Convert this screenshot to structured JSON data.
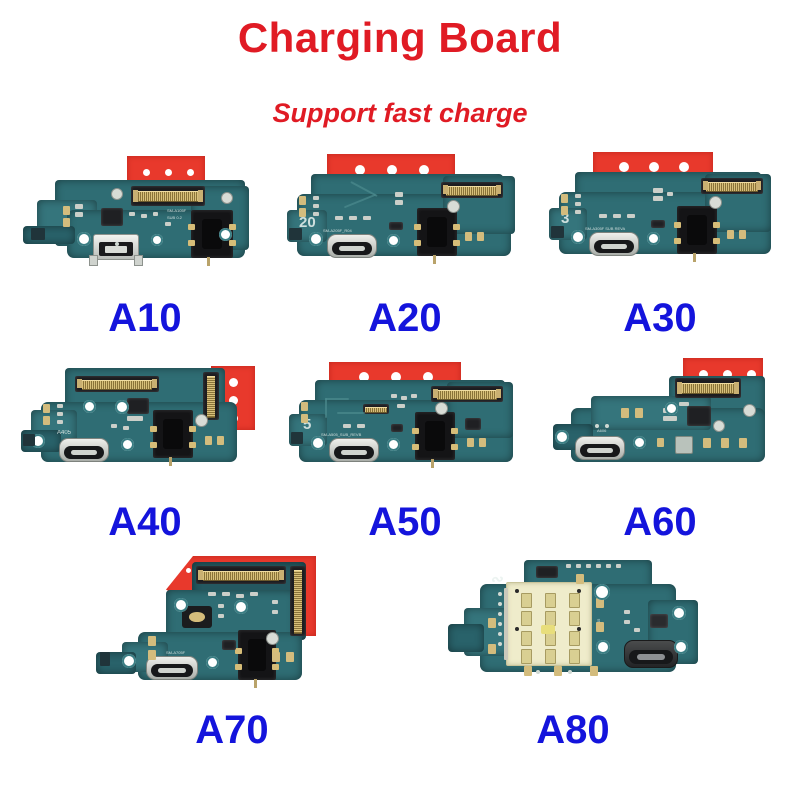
{
  "header": {
    "title": "Charging Board",
    "subtitle": "Support fast charge",
    "title_color": "#e01b24"
  },
  "style": {
    "label_color": "#1414dc",
    "pcb_color": "#2f6d74",
    "flex_tape_color": "#e8392c",
    "background": "#ffffff"
  },
  "rows": [
    {
      "items": [
        {
          "label": "A10",
          "port_type": "micro-usb",
          "has_audio_jack": true,
          "has_flex_tape": true,
          "silkscreen": [
            "SM-A105F",
            "SUB 0.2"
          ]
        },
        {
          "label": "A20",
          "port_type": "usb-c",
          "has_audio_jack": true,
          "has_flex_tape": true,
          "silkscreen": [
            "SM-A205F_R04",
            "20"
          ]
        },
        {
          "label": "A30",
          "port_type": "usb-c",
          "has_audio_jack": true,
          "has_flex_tape": true,
          "silkscreen": [
            "SM-A305F SUB REVA",
            "3"
          ]
        }
      ]
    },
    {
      "items": [
        {
          "label": "A40",
          "port_type": "usb-c",
          "has_audio_jack": true,
          "has_flex_tape": true,
          "silkscreen": [
            "A405"
          ]
        },
        {
          "label": "A50",
          "port_type": "usb-c",
          "has_audio_jack": true,
          "has_flex_tape": true,
          "silkscreen": [
            "SM-A505_SUB_REVB",
            "5"
          ]
        },
        {
          "label": "A60",
          "port_type": "usb-c",
          "has_audio_jack": false,
          "has_flex_tape": true,
          "silkscreen": [
            "A606"
          ]
        }
      ]
    },
    {
      "items": [
        {
          "label": "A70",
          "port_type": "usb-c",
          "has_audio_jack": true,
          "has_flex_tape": true,
          "silkscreen": [
            "SM-A705F"
          ]
        },
        {
          "label": "A80",
          "port_type": "usb-c",
          "has_audio_jack": false,
          "has_flex_tape": false,
          "has_sim_tray": true,
          "silkscreen": [
            "A805"
          ]
        }
      ]
    }
  ]
}
